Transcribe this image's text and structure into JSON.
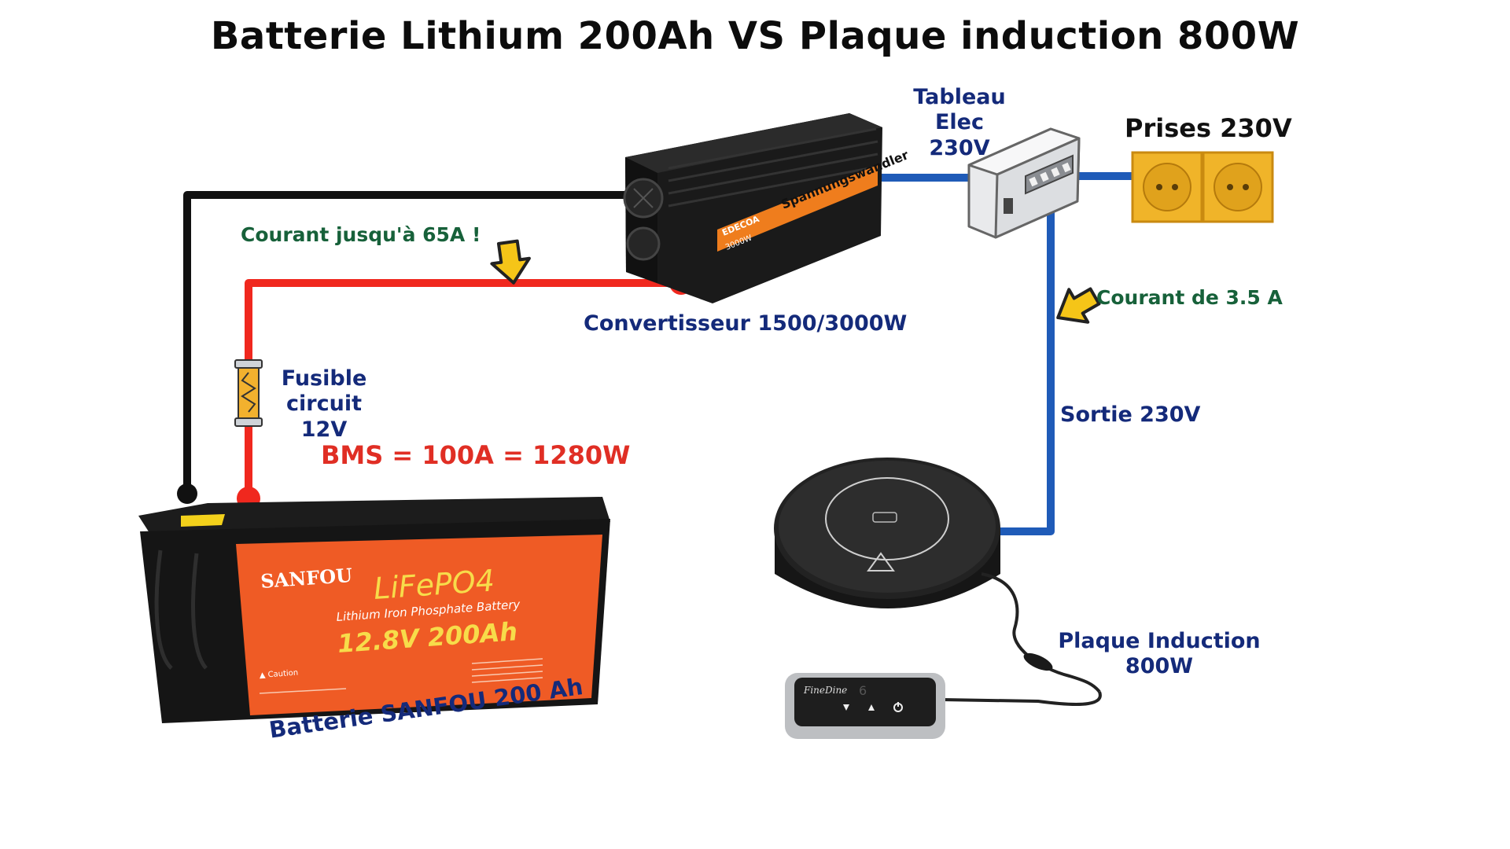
{
  "title": "Batterie Lithium 200Ah VS Plaque induction 800W",
  "labels": {
    "tableau_line1": "Tableau",
    "tableau_line2": "Elec 230V",
    "prises": "Prises 230V",
    "courant_65": "Courant jusqu'à 65A !",
    "convertisseur": "Convertisseur 1500/3000W",
    "courant_35": "Courant de 3.5 A",
    "fusible_line1": "Fusible",
    "fusible_line2": "circuit 12V",
    "sortie": "Sortie 230V",
    "bms": "BMS = 100A = 1280W",
    "plaque_line1": "Plaque Induction",
    "plaque_line2": "800W",
    "batterie": "Batterie SANFOU 200 Ah"
  },
  "battery": {
    "brand": "SANFOU",
    "model": "LiFePO4",
    "subtitle": "Lithium Iron Phosphate Battery",
    "rating": "12.8V 200Ah",
    "caution": "▲ Caution"
  },
  "inverter": {
    "brand_text": "Spannungswandler",
    "logo_text": "EDECOA",
    "power_text": "3000W"
  },
  "controller": {
    "brand": "FineDine",
    "display": "6"
  },
  "colors": {
    "navy": "#142a7a",
    "green": "#17613a",
    "red": "#e02e24",
    "wire_black": "#111111",
    "wire_red": "#f0281e",
    "wire_blue": "#1f5bb8",
    "battery_orange": "#ef5b25",
    "outlet_yellow": "#f0b429"
  },
  "icons": [
    "down-arrow-icon",
    "left-arrow-icon",
    "fuse-icon"
  ]
}
